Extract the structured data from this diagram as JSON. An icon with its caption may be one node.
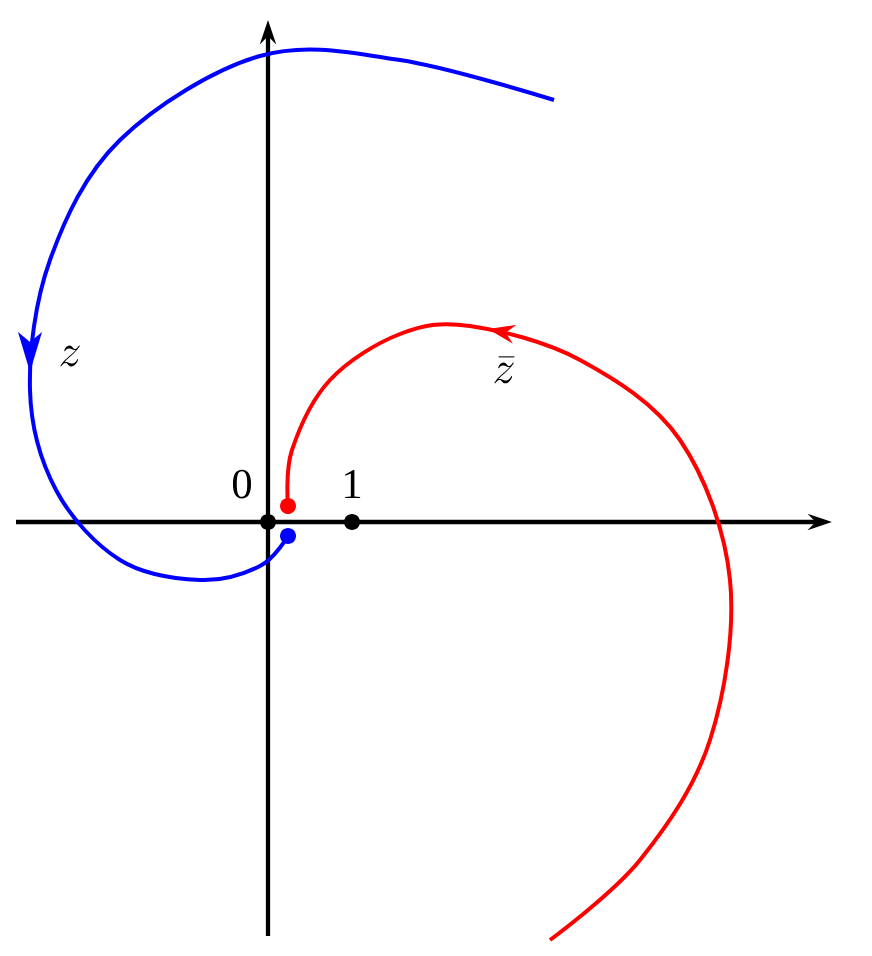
{
  "diagram": {
    "labels": [
      "0",
      "1",
      "z",
      "\\bar{z}"
    ]
  }
}
